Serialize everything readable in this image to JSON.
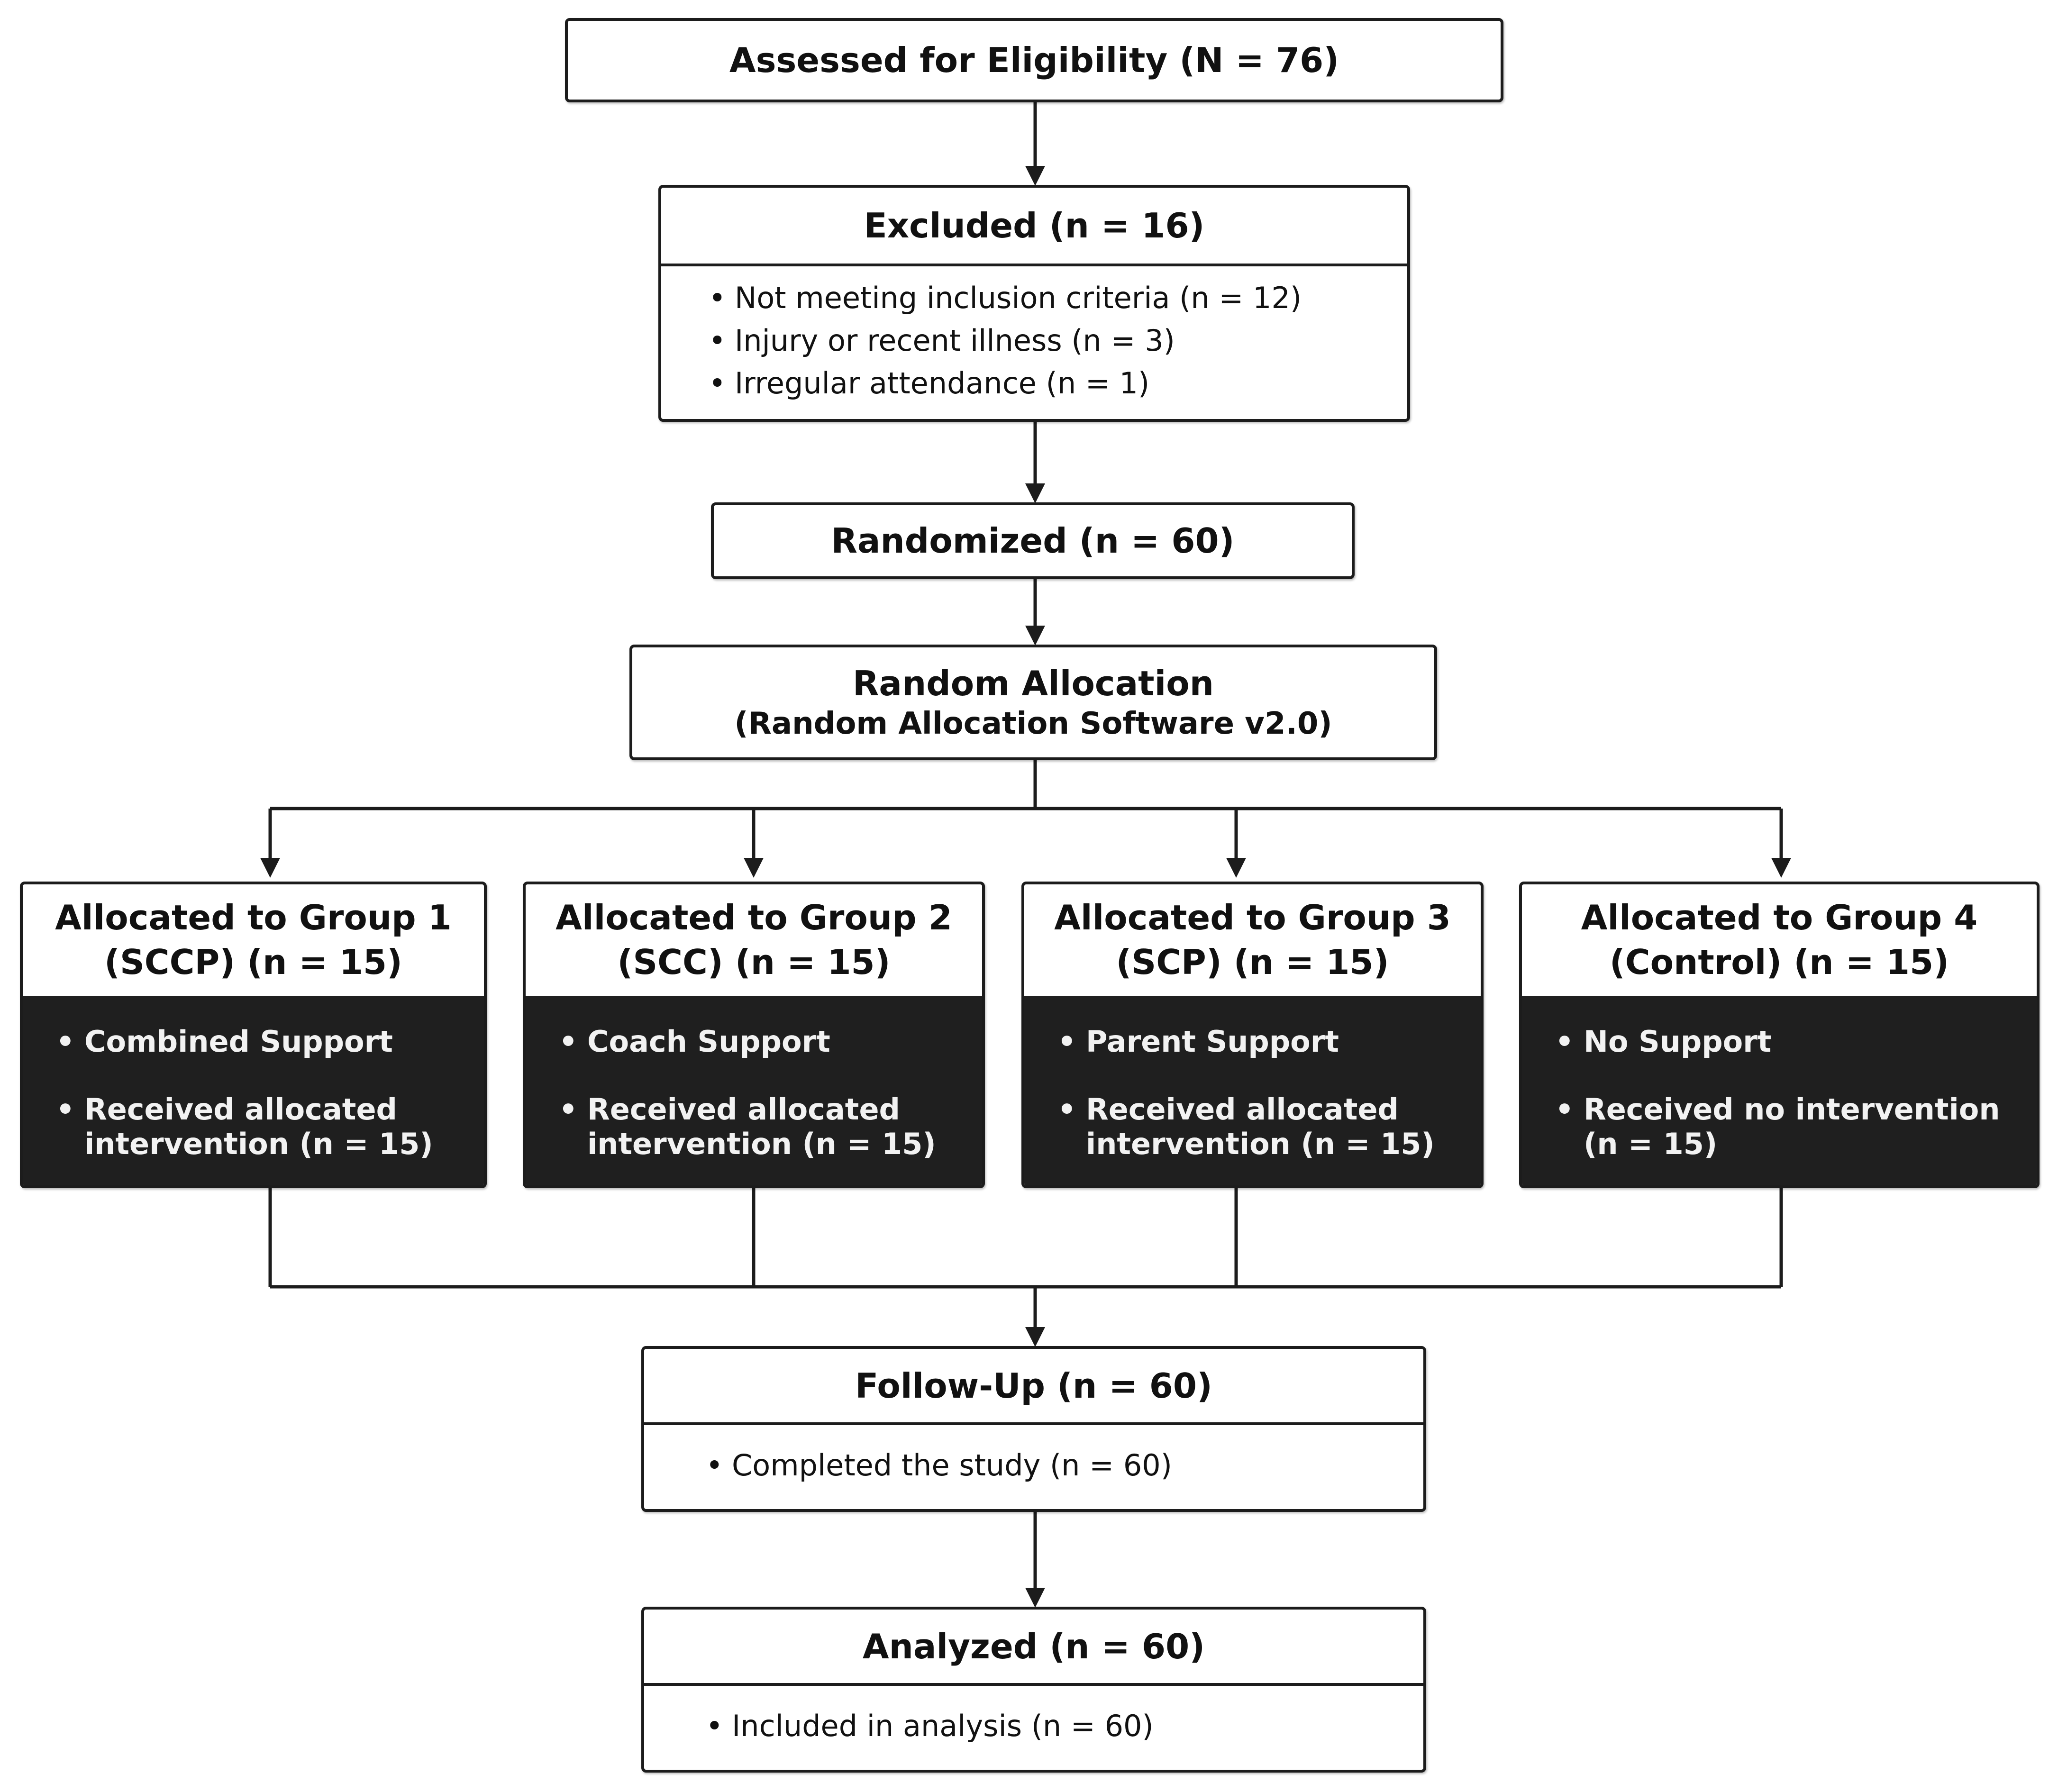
{
  "assessed": {
    "title": "Assessed for Eligibility (N = 76)"
  },
  "excluded": {
    "title": "Excluded (n = 16)",
    "items": [
      "Not meeting inclusion criteria (n = 12)",
      "Injury or recent illness (n = 3)",
      "Irregular attendance (n = 1)"
    ]
  },
  "randomized": {
    "title": "Randomized (n = 60)"
  },
  "allocation": {
    "title": "Random Allocation",
    "subtitle": "(Random Allocation Software v2.0)"
  },
  "groups": [
    {
      "line1": "Allocated to Group 1",
      "line2": "(SCCP) (n = 15)",
      "support": "Combined Support",
      "received": "Received allocated intervention (n = 15)"
    },
    {
      "line1": "Allocated to Group 2",
      "line2": "(SCC) (n = 15)",
      "support": "Coach Support",
      "received": "Received allocated intervention (n = 15)"
    },
    {
      "line1": "Allocated to Group 3",
      "line2": "(SCP) (n = 15)",
      "support": "Parent Support",
      "received": "Received allocated intervention (n = 15)"
    },
    {
      "line1": "Allocated to Group 4",
      "line2": "(Control) (n = 15)",
      "support": "No Support",
      "received": "Received no intervention (n = 15)"
    }
  ],
  "followup": {
    "title": "Follow-Up (n = 60)",
    "item": "Completed the study (n = 60)"
  },
  "analyzed": {
    "title": "Analyzed (n = 60)",
    "item": "Included in analysis (n = 60)"
  }
}
